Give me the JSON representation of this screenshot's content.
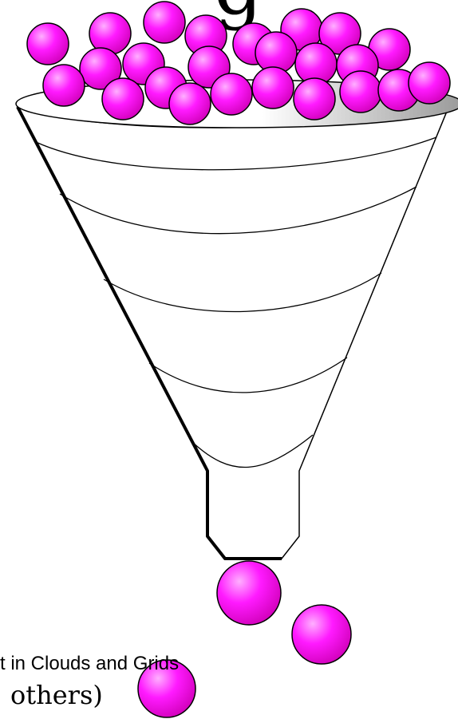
{
  "top_text": "g",
  "caption": {
    "line1": "t in Clouds and Grids",
    "line2": "others)"
  },
  "colors": {
    "ball": "#ff00ff",
    "ball_highlight": "#ff9cff",
    "ball_shadow": "#c800b4",
    "ball_outline": "#000000",
    "funnel_outline": "#000000",
    "funnel_body": "#ffffff",
    "rim_shade": "#b0b0b0"
  }
}
